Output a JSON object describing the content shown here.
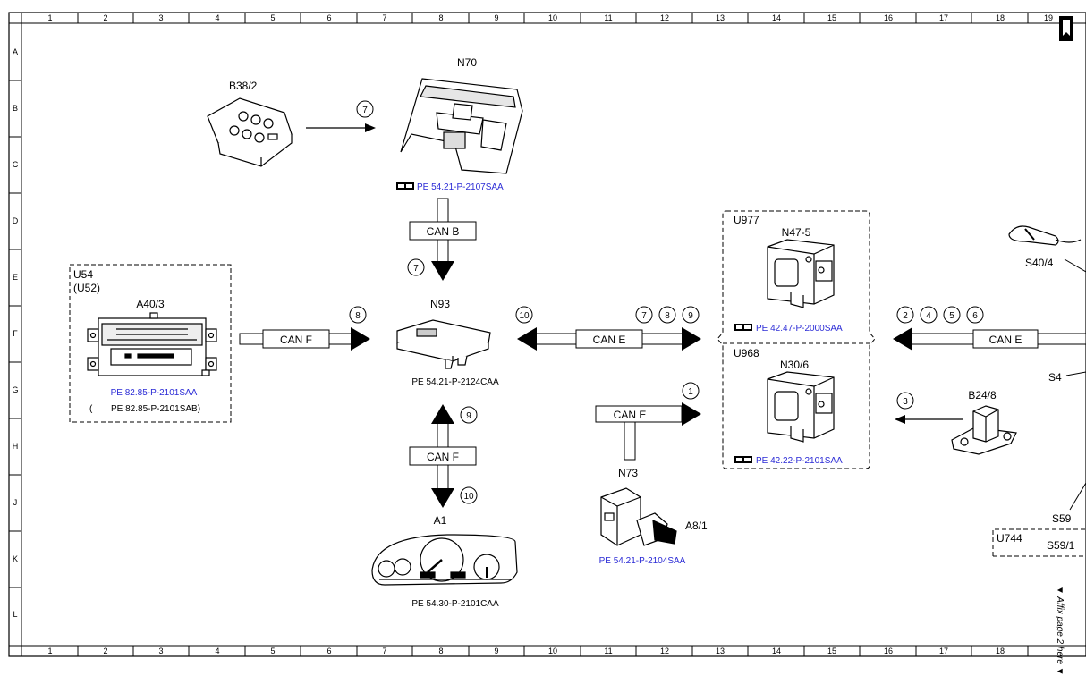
{
  "frame": {
    "columns": [
      "1",
      "2",
      "3",
      "4",
      "5",
      "6",
      "7",
      "8",
      "9",
      "10",
      "11",
      "12",
      "13",
      "14",
      "15",
      "16",
      "17",
      "18",
      "19"
    ],
    "rows": [
      "A",
      "B",
      "C",
      "D",
      "E",
      "F",
      "G",
      "H",
      "J",
      "K",
      "L"
    ],
    "side_note": "▼ Affix page 2 here ▼"
  },
  "components": {
    "b38_2": {
      "label": "B38/2"
    },
    "n70": {
      "label": "N70",
      "ref": "PE 54.21-P-2107SAA"
    },
    "n93": {
      "label": "N93",
      "ref": "PE 54.21-P-2124CAA"
    },
    "u54": {
      "group": "U54",
      "group2": "(U52)",
      "label": "A40/3",
      "ref1": "PE 82.85-P-2101SAA",
      "ref2_prefix": "(",
      "ref2": "PE 82.85-P-2101SAB)"
    },
    "a1": {
      "label": "A1",
      "ref": "PE 54.30-P-2101CAA"
    },
    "n73": {
      "label": "N73",
      "key_label": "A8/1",
      "ref": "PE 54.21-P-2104SAA"
    },
    "u977": {
      "group": "U977",
      "label": "N47-5",
      "ref": "PE 42.47-P-2000SAA"
    },
    "u968": {
      "group": "U968",
      "label": "N30/6",
      "ref": "PE 42.22-P-2101SAA"
    },
    "b24_8": {
      "label": "B24/8"
    },
    "s40_4": {
      "label": "S40/4"
    },
    "s4": {
      "label": "S4"
    },
    "s59": {
      "label": "S59"
    },
    "u744": {
      "group": "U744",
      "label": "S59/1"
    }
  },
  "buses": {
    "can_b": "CAN B",
    "can_f_left": "CAN F",
    "can_e_mid": "CAN E",
    "can_e_right": "CAN E",
    "can_e_n73": "CAN E",
    "can_f_bottom": "CAN F"
  },
  "signals": {
    "s_b38_n70": "7",
    "s_canb": "7",
    "s_canf_left": "8",
    "s_cane_mid_left": "10",
    "s_cane_mid_r1": "7",
    "s_cane_mid_r2": "8",
    "s_cane_mid_r3": "9",
    "s_cane_right_1": "2",
    "s_cane_right_2": "4",
    "s_cane_right_3": "5",
    "s_cane_right_4": "6",
    "s_b24": "3",
    "s_n73": "1",
    "s_canf_up": "9",
    "s_canf_down": "10"
  }
}
